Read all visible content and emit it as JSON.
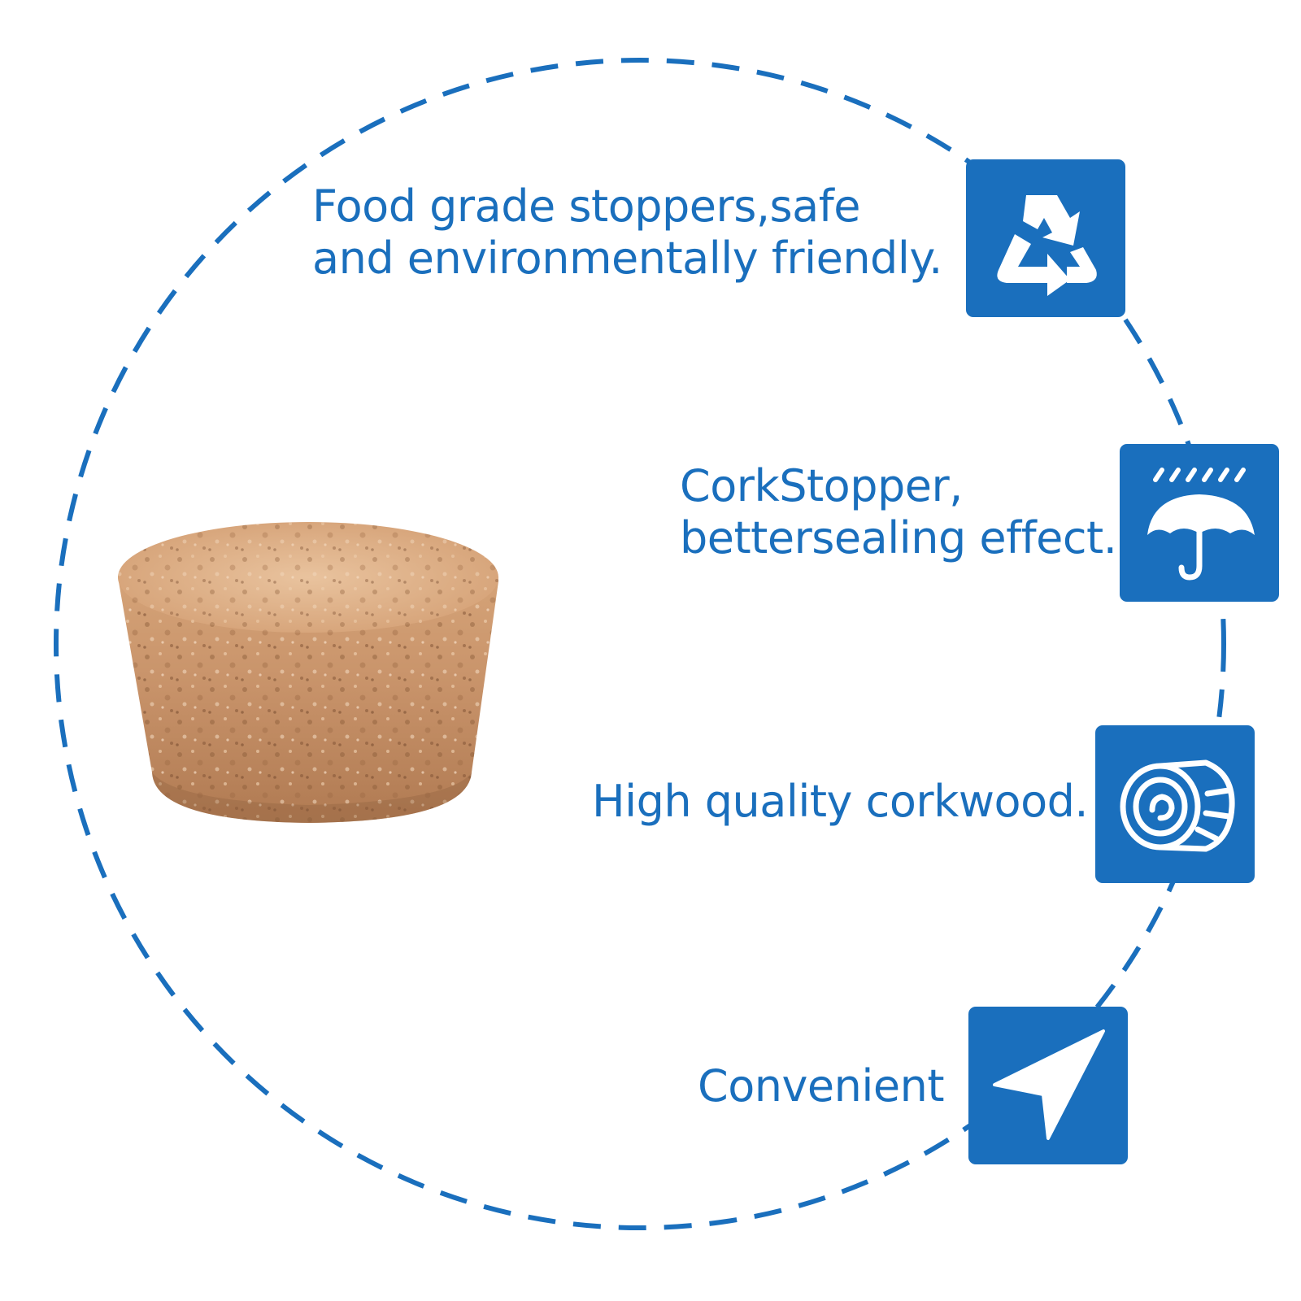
{
  "theme": {
    "accent": "#1a6fbd",
    "cork_light": "#e4b990",
    "cork_mid": "#c99568",
    "cork_dark": "#9a6a45",
    "background": "#ffffff"
  },
  "product": {
    "subject": "cork-stopper",
    "shape": "tapered-cylinder"
  },
  "features": [
    {
      "lines": [
        "Food grade stoppers,safe",
        "and environmentally friendly."
      ],
      "icon": "recycle-icon"
    },
    {
      "lines": [
        "CorkStopper,",
        "bettersealing effect."
      ],
      "icon": "umbrella-rain-icon"
    },
    {
      "lines": [
        "High quality corkwood."
      ],
      "icon": "wood-log-icon"
    },
    {
      "lines": [
        "Convenient"
      ],
      "icon": "navigation-arrow-icon"
    }
  ]
}
